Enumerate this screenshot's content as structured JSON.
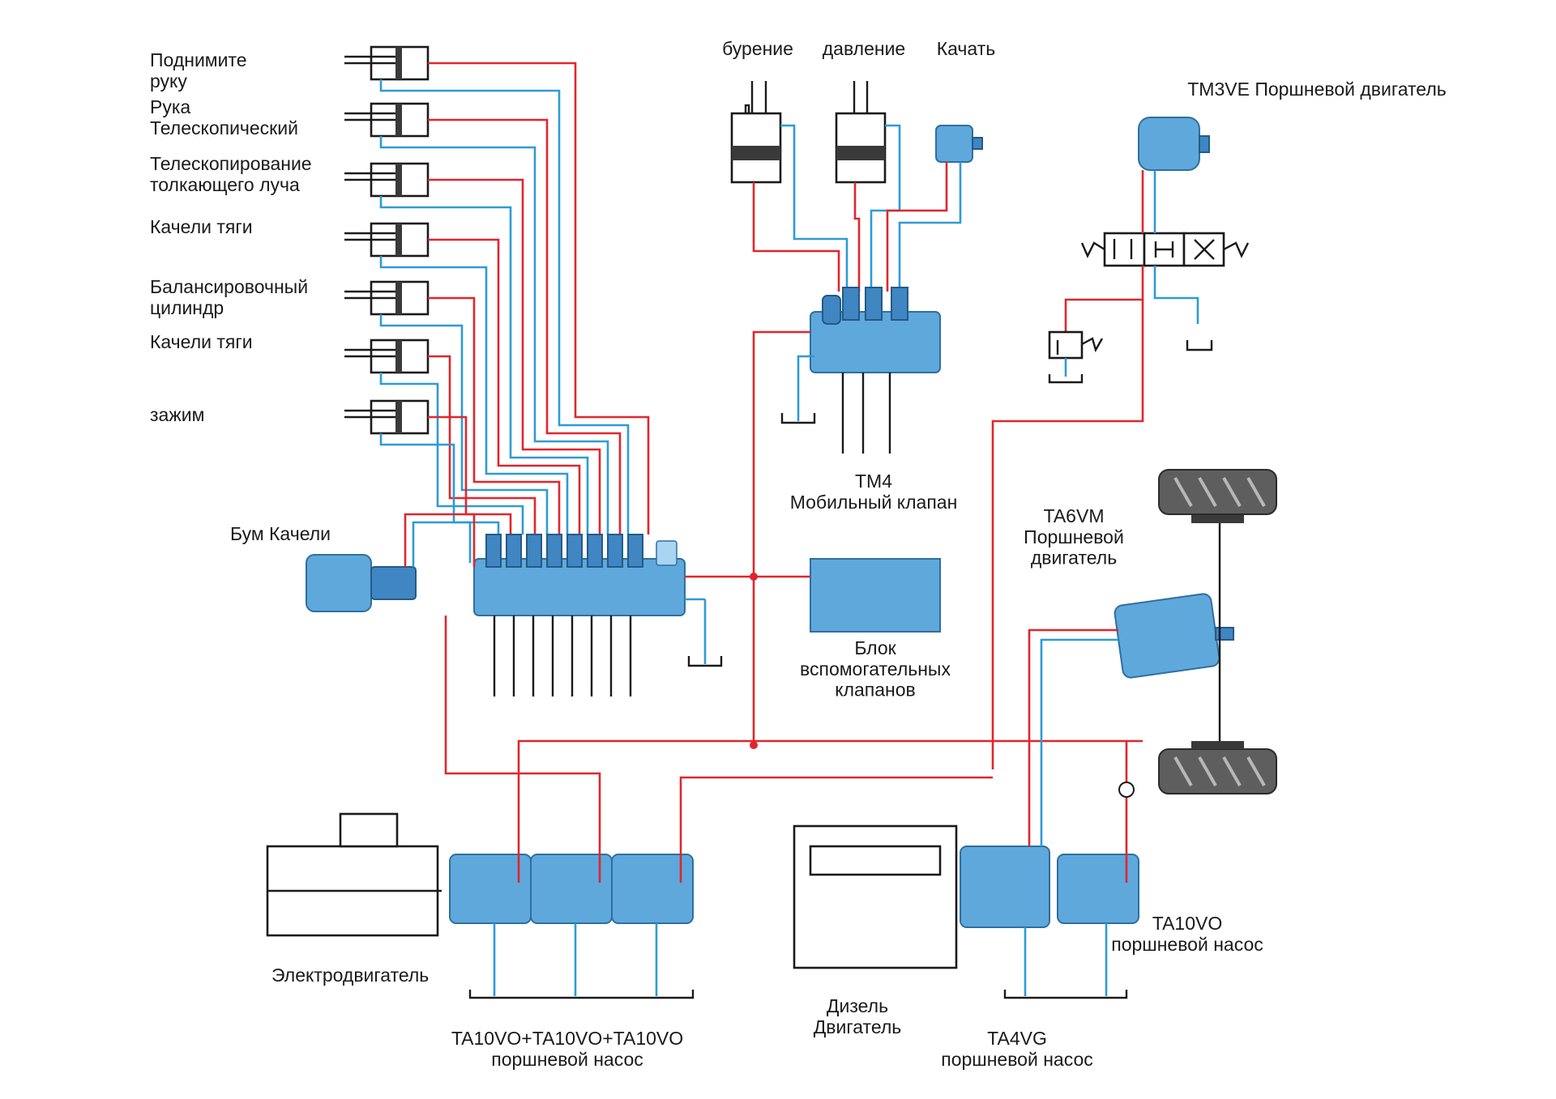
{
  "colors": {
    "pressure_line": "#e0262d",
    "return_line": "#2e9bd6",
    "equipment_blue": "#5fa8dc"
  },
  "labels": {
    "cyl_lift_arm": [
      "Поднимите",
      "руку"
    ],
    "cyl_arm_telescopic": [
      "Рука",
      "Телескопический"
    ],
    "cyl_push_beam": [
      "Телескопирование",
      "толкающего луча"
    ],
    "cyl_pull_swing_1": [
      "Качели тяги"
    ],
    "cyl_balance": [
      "Балансировочный",
      "цилиндр"
    ],
    "cyl_pull_swing_2": [
      "Качели тяги"
    ],
    "cyl_clamp": [
      "зажим"
    ],
    "boom_swing": [
      "Бум Качели"
    ],
    "drilling": "бурение",
    "pressure": "давление",
    "swing": "Качать",
    "tm3ve": "TM3VE Поршневой двигатель",
    "tm4": [
      "TM4",
      "Мобильный клапан"
    ],
    "aux_block": [
      "Блок",
      "вспомогательных",
      "клапанов"
    ],
    "ta6vm": [
      "TA6VM",
      "Поршневой",
      "двигатель"
    ],
    "electric_motor": "Электродвигатель",
    "triple_pump": [
      "TA10VO+TA10VO+TA10VO",
      "поршневой насос"
    ],
    "diesel": [
      "Дизель",
      "Двигатель"
    ],
    "ta4vg": [
      "TA4VG",
      "поршневой насос"
    ],
    "ta10vo": [
      "TA10VO",
      "поршневой насос"
    ]
  }
}
